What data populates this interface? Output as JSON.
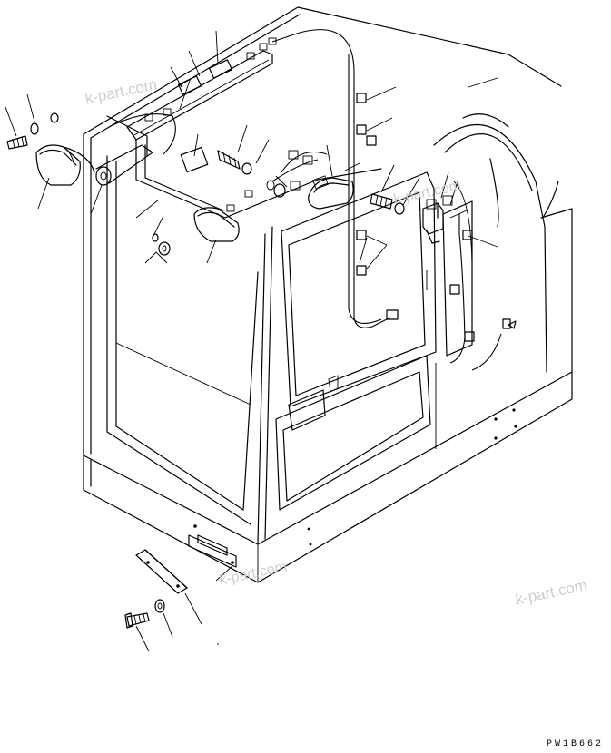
{
  "watermarks": [
    "k-part.com",
    "k-part.com",
    "k-part.com",
    "k-part.com"
  ],
  "diagram_code": "PW1B662",
  "colors": {
    "line": "#000000",
    "watermark": "#cfcfcf",
    "background": "#ffffff"
  }
}
